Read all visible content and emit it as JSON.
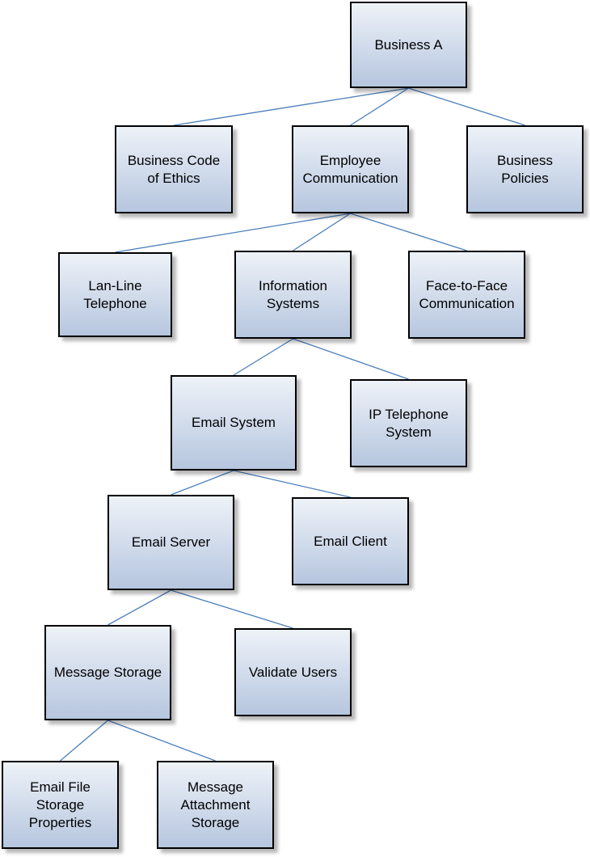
{
  "diagram": {
    "type": "org-chart",
    "connector_color": "#4a7ebb",
    "node_fill_top": "#eef2f8",
    "node_fill_bottom": "#b6c6df",
    "nodes": {
      "business_a": "Business A",
      "code_of_ethics": "Business Code\nof Ethics",
      "employee_communication": "Employee\nCommunication",
      "business_policies": "Business\nPolicies",
      "lan_line_telephone": "Lan-Line\nTelephone",
      "information_systems": "Information\nSystems",
      "face_to_face": "Face-to-Face\nCommunication",
      "email_system": "Email System",
      "ip_telephone_system": "IP Telephone\nSystem",
      "email_server": "Email Server",
      "email_client": "Email Client",
      "message_storage": "Message Storage",
      "validate_users": "Validate Users",
      "email_file_storage": "Email File\nStorage\nProperties",
      "message_attachment_storage": "Message\nAttachment\nStorage"
    },
    "edges": [
      [
        "business_a",
        "code_of_ethics"
      ],
      [
        "business_a",
        "employee_communication"
      ],
      [
        "business_a",
        "business_policies"
      ],
      [
        "employee_communication",
        "lan_line_telephone"
      ],
      [
        "employee_communication",
        "information_systems"
      ],
      [
        "employee_communication",
        "face_to_face"
      ],
      [
        "information_systems",
        "email_system"
      ],
      [
        "information_systems",
        "ip_telephone_system"
      ],
      [
        "email_system",
        "email_server"
      ],
      [
        "email_system",
        "email_client"
      ],
      [
        "email_server",
        "message_storage"
      ],
      [
        "email_server",
        "validate_users"
      ],
      [
        "message_storage",
        "email_file_storage"
      ],
      [
        "message_storage",
        "message_attachment_storage"
      ]
    ]
  }
}
